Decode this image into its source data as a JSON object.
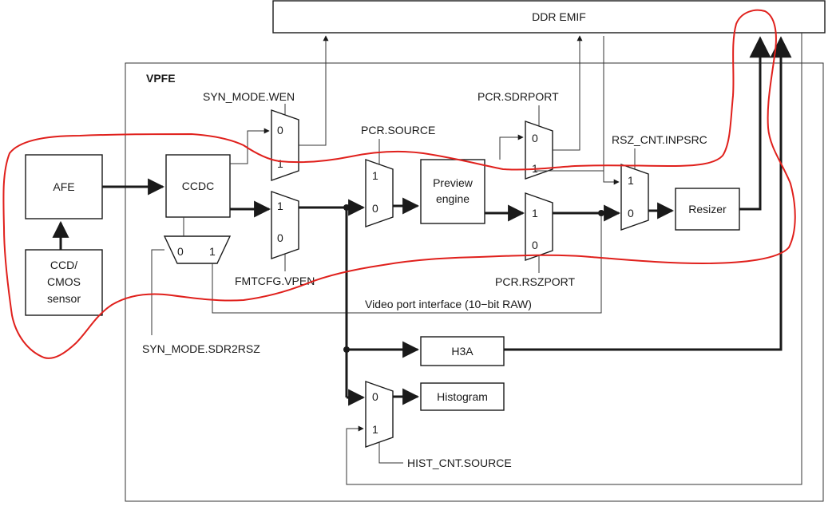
{
  "ddr_emif": "DDR EMIF",
  "vpfe": "VPFE",
  "blocks": {
    "afe": "AFE",
    "sensor_line1": "CCD/",
    "sensor_line2": "CMOS",
    "sensor_line3": "sensor",
    "ccdc": "CCDC",
    "preview_line1": "Preview",
    "preview_line2": "engine",
    "resizer": "Resizer",
    "h3a": "H3A",
    "histogram": "Histogram"
  },
  "labels": {
    "syn_mode_wen": "SYN_MODE.WEN",
    "pcr_source": "PCR.SOURCE",
    "pcr_sdrport": "PCR.SDRPORT",
    "rsz_cnt_inpsrc": "RSZ_CNT.INPSRC",
    "fmtcfg_vpen": "FMTCFG.VPEN",
    "pcr_rszport": "PCR.RSZPORT",
    "video_port": "Video port interface (10−bit RAW)",
    "syn_mode_sdr2rsz": "SYN_MODE.SDR2RSZ",
    "hist_cnt_source": "HIST_CNT.SOURCE"
  },
  "mux_inputs": {
    "zero": "0",
    "one": "1"
  },
  "annotation_color": "#e0201c"
}
